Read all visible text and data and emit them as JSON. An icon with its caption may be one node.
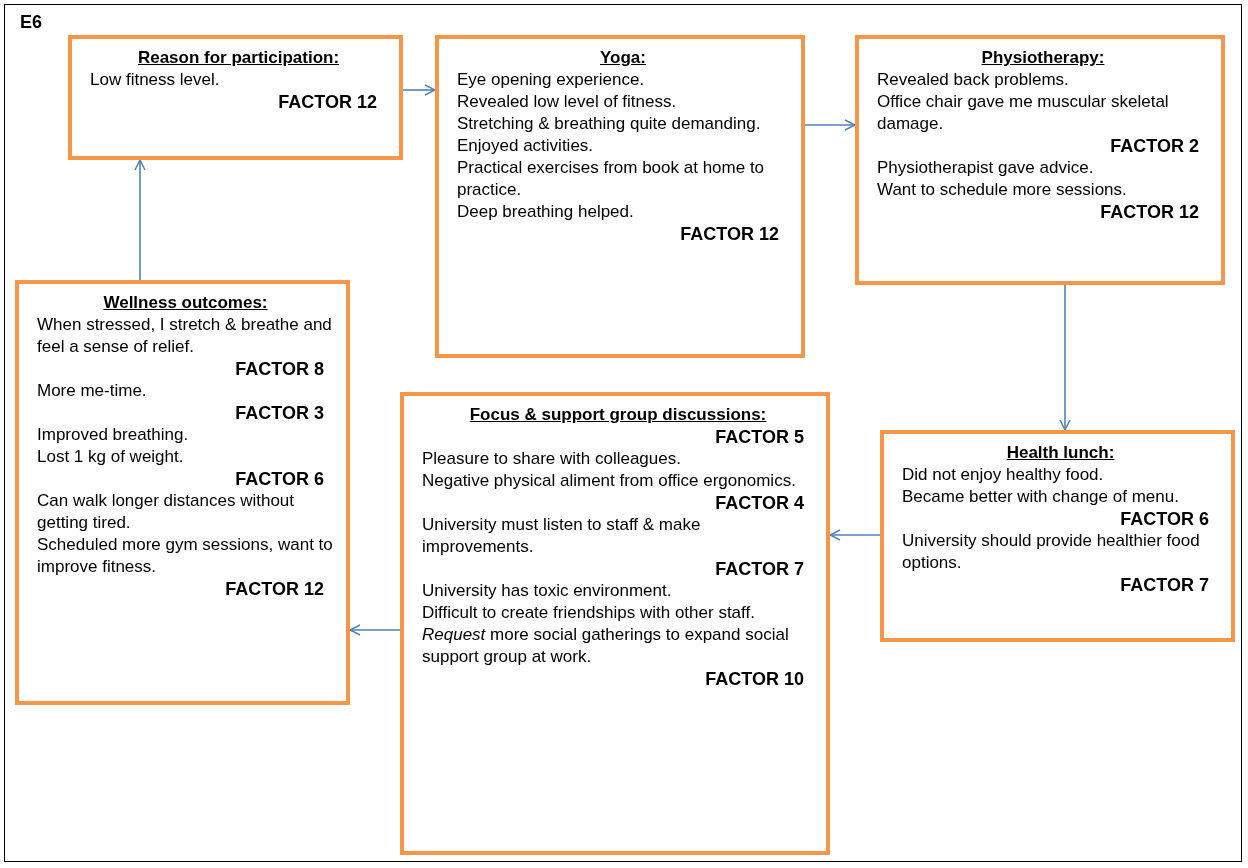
{
  "diagram": {
    "nodes": [
      {
        "text": [
          "Reason for participation:",
          "Low fitness level.",
          "FACTOR 12"
        ]
      },
      {
        "text": [
          "Yoga:",
          "Eye opening experience.",
          "Revealed low level of fitness.",
          "Stretching & breathing quite demanding.",
          "Enjoyed activities.",
          "Practical exercises from book at home to practice.",
          "Deep breathing helped.",
          "FACTOR 12"
        ]
      },
      {
        "text": [
          "Physiotherapy:",
          "Revealed back problems.",
          "Office chair gave me muscular skeletal damage.",
          "FACTOR 2",
          "Physiotherapist gave advice.",
          "Want to schedule more sessions.",
          "FACTOR 12"
        ]
      },
      {
        "text": [
          "Health lunch:",
          "Did not enjoy healthy food.",
          "Became better with change of menu.",
          "FACTOR 6",
          "University should provide healthier food options.",
          "FACTOR 7"
        ]
      },
      {
        "text": [
          "Focus & support group discussions:",
          "FACTOR 5",
          "Pleasure to share with colleagues.",
          "Negative physical aliment from office ergonomics.",
          "FACTOR 4",
          "University must listen to staff & make improvements.",
          "FACTOR 7",
          "University has toxic environment.",
          "Difficult to create friendships with other staff.",
          "*Request* more social gatherings to expand social support group at work.",
          "FACTOR 10"
        ]
      },
      {
        "text": [
          "Wellness outcomes:",
          "When stressed, I stretch & breathe and feel a sense of relief.",
          "FACTOR 8",
          "More me-time.",
          "FACTOR 3",
          "Improved breathing.",
          "Lost 1 kg of weight.",
          "FACTOR 6",
          "Can walk longer distances without getting tired.",
          "Scheduled more gym sessions, want to improve fitness.",
          "FACTOR 12"
        ]
      }
    ],
    "edges": [
      {
        "from": 0,
        "to": 1,
        "arrow": "to"
      },
      {
        "from": 1,
        "to": 2,
        "arrow": "to"
      },
      {
        "from": 2,
        "to": 3,
        "arrow": "to"
      },
      {
        "from": 3,
        "to": 4,
        "arrow": "to"
      },
      {
        "from": 4,
        "to": 5,
        "arrow": "to"
      },
      {
        "from": 5,
        "to": 0,
        "arrow": "to"
      }
    ],
    "labels": [
      "E6"
    ]
  }
}
